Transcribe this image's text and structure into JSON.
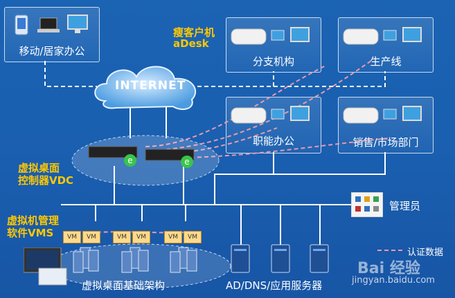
{
  "labels": {
    "mobile_office": "移动/居家办公",
    "thin_client": "瘦客户机",
    "adesk": "aDesk",
    "branch": "分支机构",
    "production_line": "生产线",
    "internet": "INTERNET",
    "functional_office": "职能办公",
    "sales_marketing": "销售/市场部门",
    "vdc_line1": "虚拟桌面",
    "vdc_line2": "控制器VDC",
    "admin": "管理员",
    "vms_line1": "虚拟机管理",
    "vms_line2": "软件VMS",
    "vm": "VM",
    "vdi_infra": "虚拟桌面基础架构",
    "servers": "AD/DNS/应用服务器",
    "auth_data": "认证数据"
  },
  "watermark": {
    "brand": "Bai 经验",
    "url": "jingyan.baidu.com"
  },
  "colors": {
    "background": "#1a5fb0",
    "gold": "#ffc800",
    "dashed_auth": "#e89ab0"
  }
}
